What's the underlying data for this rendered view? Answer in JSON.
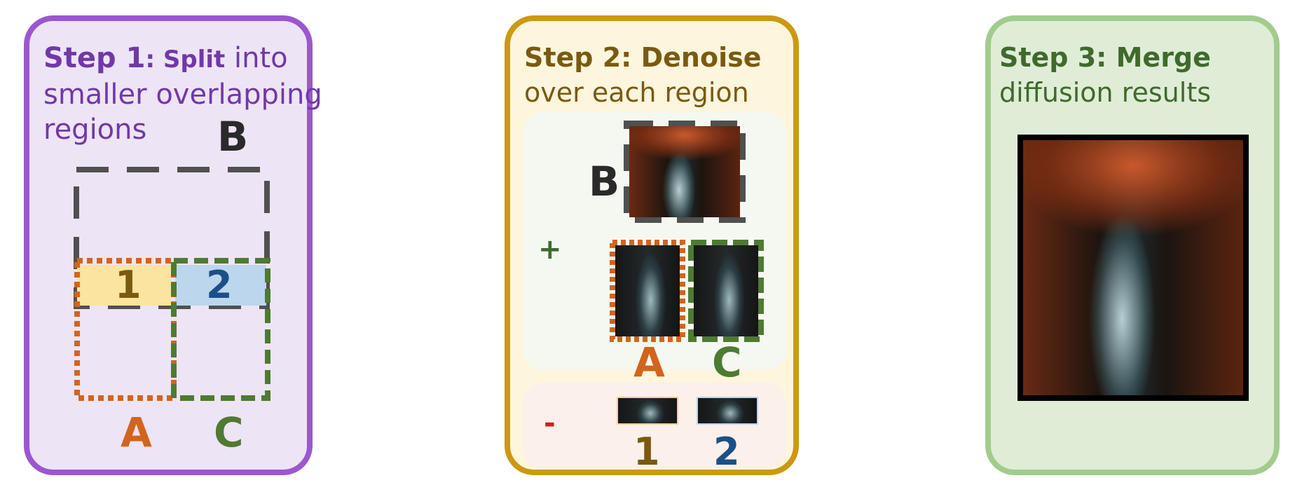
{
  "step1": {
    "title_bold_a": "Step 1",
    "title_bold_b": ": Split",
    "title_rest": " into",
    "line2": "smaller overlapping",
    "line3": "regions",
    "region_b": "B",
    "region_a": "A",
    "region_c": "C",
    "overlap_1": "1",
    "overlap_2": "2"
  },
  "step2": {
    "title_bold": "Step 2: Denoise",
    "line2": "over each region",
    "region_b": "B",
    "region_a": "A",
    "region_c": "C",
    "plus": "+",
    "minus": "-",
    "overlap_1": "1",
    "overlap_2": "2"
  },
  "step3": {
    "title_bold": "Step 3: Merge",
    "line2": "diffusion results"
  },
  "colors": {
    "purple": "#9b57cf",
    "gold": "#cc9910",
    "green_panel": "#a2cc8c",
    "region_a": "#d2641c",
    "region_b": "#505050",
    "region_c": "#4e7a32",
    "overlap_1_fill": "#fbe3a0",
    "overlap_1_text": "#7a5a10",
    "overlap_2_fill": "#bcd6ee",
    "overlap_2_text": "#1c4f86",
    "minus_red": "#cc1f1f"
  }
}
